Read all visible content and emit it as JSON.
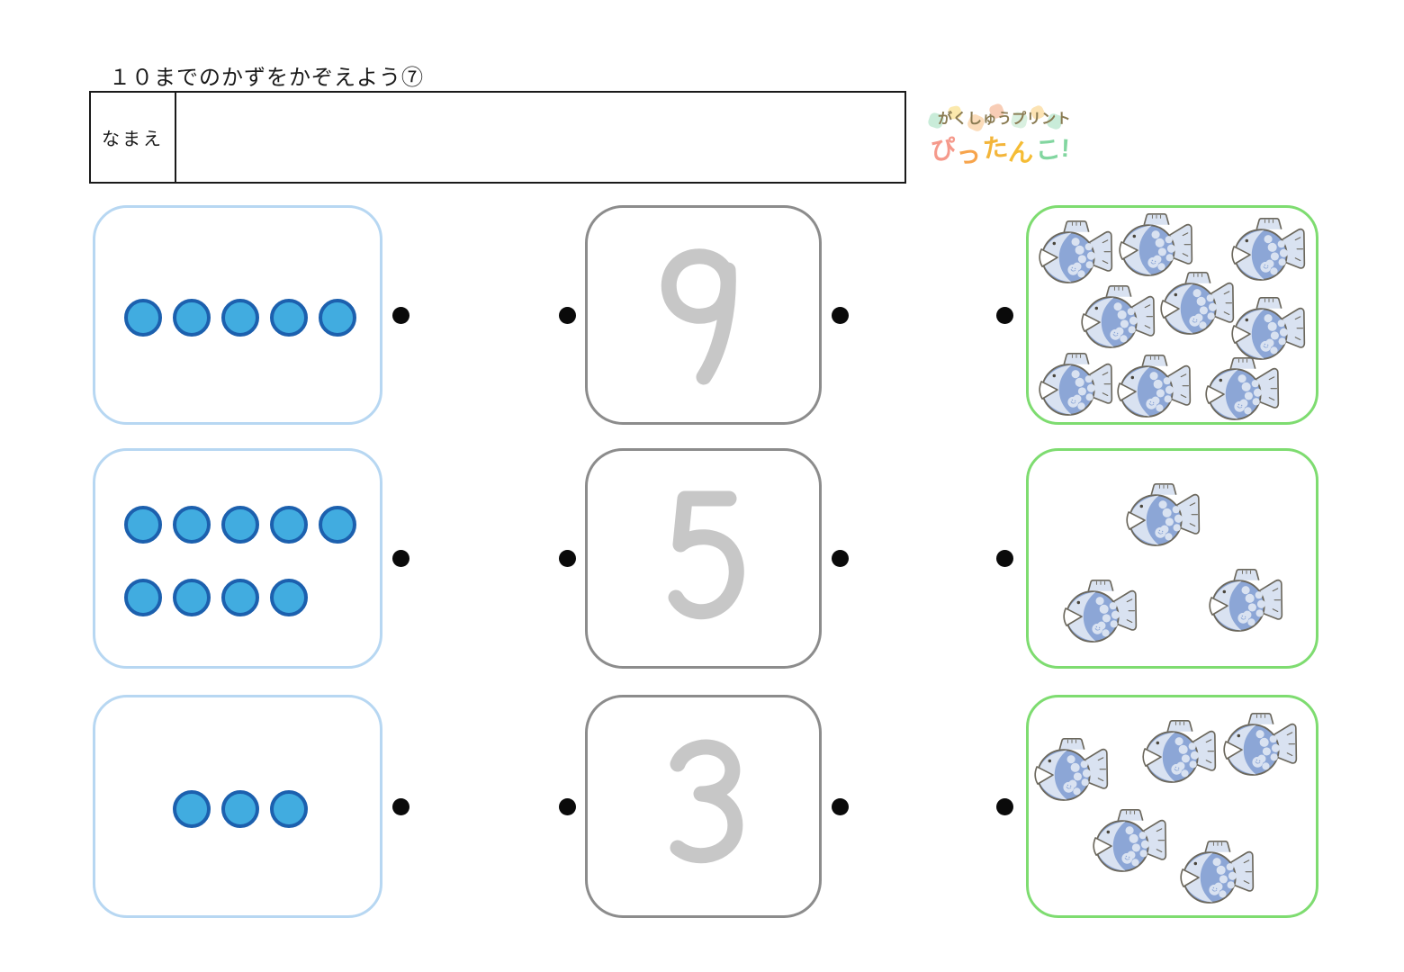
{
  "page": {
    "title": "１０までのかずをかぞえよう⑦",
    "name_label": "なまえ"
  },
  "logo": {
    "line1": "がくしゅうプリント",
    "line1_color": "#8a7b52",
    "line2": "ぴったんこ!",
    "line2_chars": [
      {
        "ch": "ぴ",
        "color": "#f5998b"
      },
      {
        "ch": "っ",
        "color": "#f7a44c"
      },
      {
        "ch": "た",
        "color": "#f3b53a"
      },
      {
        "ch": "ん",
        "color": "#f5bc34"
      },
      {
        "ch": "こ",
        "color": "#82d6a0"
      },
      {
        "ch": "!",
        "color": "#82d6a0"
      }
    ],
    "puzzle_colors": [
      "#c9ecd9",
      "#fbe9ad",
      "#fbdcba",
      "#f8cdb6",
      "#d9f0e0",
      "#fce3b3",
      "#c9ecd9"
    ]
  },
  "colors": {
    "dot_fill": "#41ace0",
    "dot_border": "#1c60ae",
    "left_box_border": "#b7d7f2",
    "middle_box_border": "#8c8c8c",
    "right_box_border": "#7edc70",
    "number_color": "#c7c7c7",
    "connector_dot": "#0a0a0a",
    "fish_body": "#8ca6d6",
    "fish_light": "#d9e2f1",
    "fish_outline": "#6b675c"
  },
  "rows": [
    {
      "dots_count": 5,
      "number": "9",
      "fish_count": 9
    },
    {
      "dots_count": 9,
      "number": "5",
      "fish_count": 3
    },
    {
      "dots_count": 3,
      "number": "3",
      "fish_count": 5
    }
  ]
}
